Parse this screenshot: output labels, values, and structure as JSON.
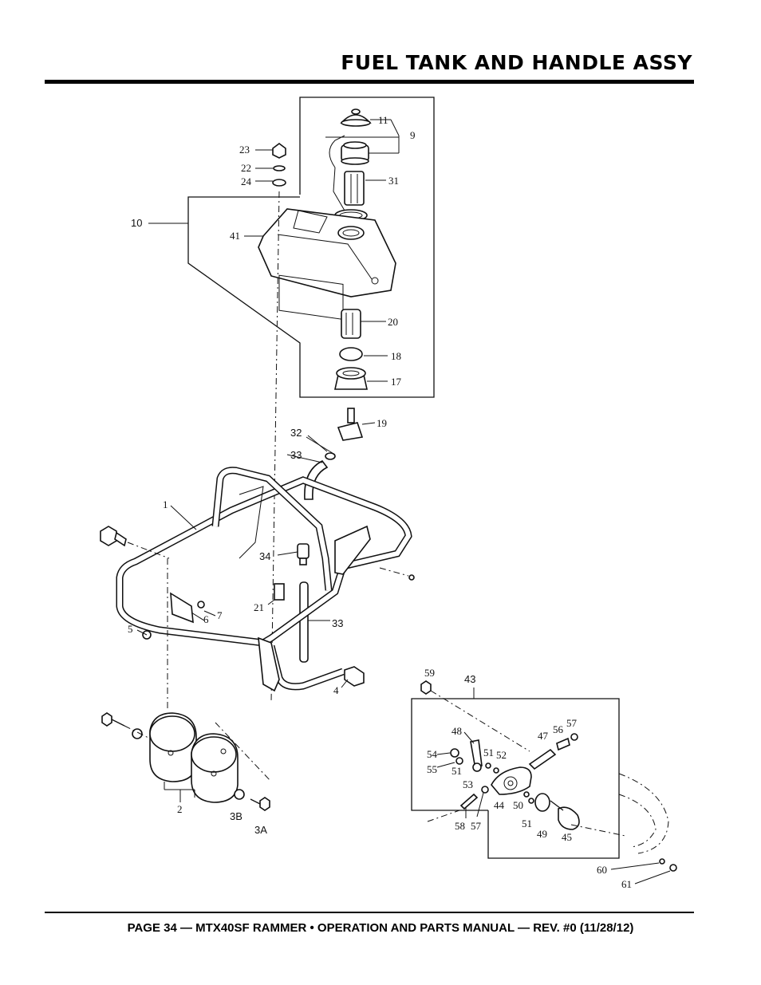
{
  "page": {
    "title": "FUEL TANK AND HANDLE ASSY",
    "footer": "PAGE 34 — MTX40SF RAMMER • OPERATION AND PARTS MANUAL — REV. #0 (11/28/12)"
  },
  "callouts": {
    "c11": "11",
    "c9": "9",
    "c31": "31",
    "c23": "23",
    "c22": "22",
    "c24": "24",
    "c10": "10",
    "c41": "41",
    "c20": "20",
    "c18": "18",
    "c17": "17",
    "c19": "19",
    "c32": "32",
    "c33a": "33",
    "c1": "1",
    "c34": "34",
    "c21": "21",
    "c33b": "33",
    "c6": "6",
    "c7": "7",
    "c5": "5",
    "c4": "4",
    "c2": "2",
    "c3b": "3B",
    "c3a": "3A",
    "c59": "59",
    "c43": "43",
    "c48": "48",
    "c47": "47",
    "c56": "56",
    "c57a": "57",
    "c54": "54",
    "c55": "55",
    "c51a": "51",
    "c51b": "51",
    "c52": "52",
    "c53": "53",
    "c44": "44",
    "c50": "50",
    "c51c": "51",
    "c58": "58",
    "c57b": "57",
    "c49": "49",
    "c45": "45",
    "c60": "60",
    "c61": "61"
  }
}
